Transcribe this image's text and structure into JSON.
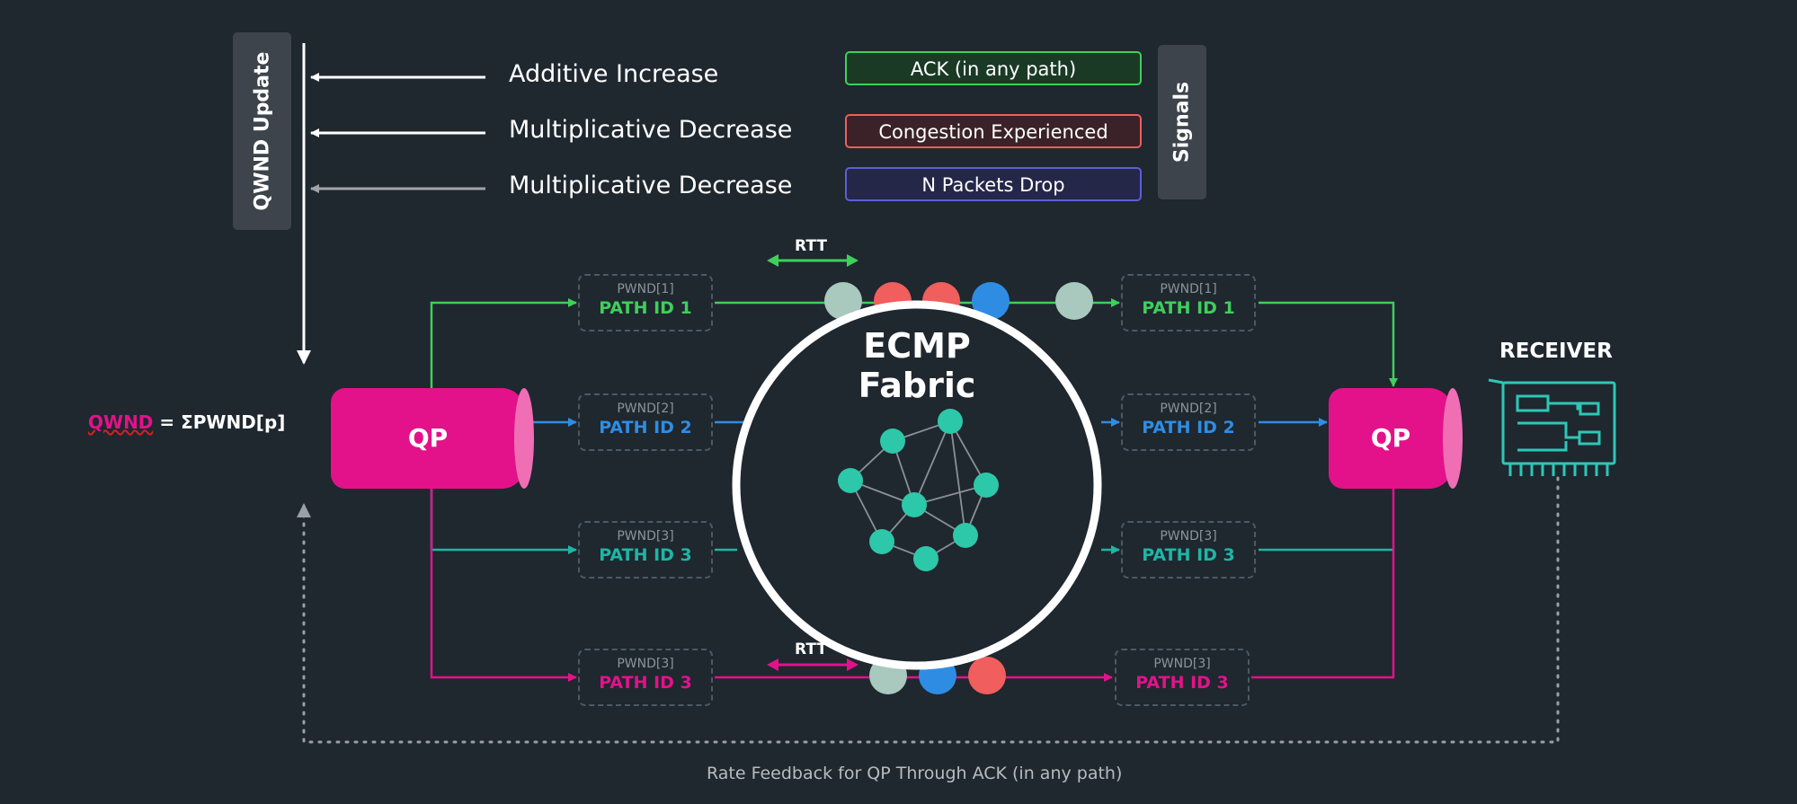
{
  "qwnd_update_label": "QWND Update",
  "signals_label": "Signals",
  "rules": [
    {
      "label": "Additive Increase",
      "signal": "ACK (in any path)",
      "signal_border": "#3fcf5b",
      "signal_bg": "#1b3a26",
      "arrow_color": "#ffffff"
    },
    {
      "label": "Multiplicative Decrease",
      "signal": "Congestion Experienced",
      "signal_border": "#ef5e5e",
      "signal_bg": "#3b2228",
      "arrow_color": "#ffffff"
    },
    {
      "label": "Multiplicative Decrease",
      "signal": "N Packets Drop",
      "signal_border": "#5c5fd6",
      "signal_bg": "#242748",
      "arrow_color": "#a0a4a8"
    }
  ],
  "qwnd_formula": {
    "qwnd": "QWND",
    "rest": " = ΣPWND[p]"
  },
  "sender_qp_label": "QP",
  "receiver_qp_label": "QP",
  "receiver_label": "RECEIVER",
  "fabric_label": {
    "line1": "ECMP",
    "line2": "Fabric"
  },
  "rtt_top": "RTT",
  "rtt_bottom": "RTT",
  "sender_paths": [
    {
      "pwnd": "PWND[1]",
      "path": "PATH ID 1",
      "color": "#3fcf5b"
    },
    {
      "pwnd": "PWND[2]",
      "path": "PATH ID 2",
      "color": "#2e8de3"
    },
    {
      "pwnd": "PWND[3]",
      "path": "PATH ID 3",
      "color": "#1fb5a5"
    },
    {
      "pwnd": "PWND[3]",
      "path": "PATH ID 3",
      "color": "#e3128a"
    }
  ],
  "receiver_paths": [
    {
      "pwnd": "PWND[1]",
      "path": "PATH ID 1",
      "color": "#3fcf5b"
    },
    {
      "pwnd": "PWND[2]",
      "path": "PATH ID 2",
      "color": "#2e8de3"
    },
    {
      "pwnd": "PWND[3]",
      "path": "PATH ID 3",
      "color": "#1fb5a5"
    },
    {
      "pwnd": "PWND[3]",
      "path": "PATH ID 3",
      "color": "#e3128a"
    }
  ],
  "packet_colors": {
    "ack": "#a9c8be",
    "ce": "#f15e5e",
    "drop": "#2e8de3"
  },
  "feedback_label": "Rate Feedback for QP Through ACK (in any path)"
}
